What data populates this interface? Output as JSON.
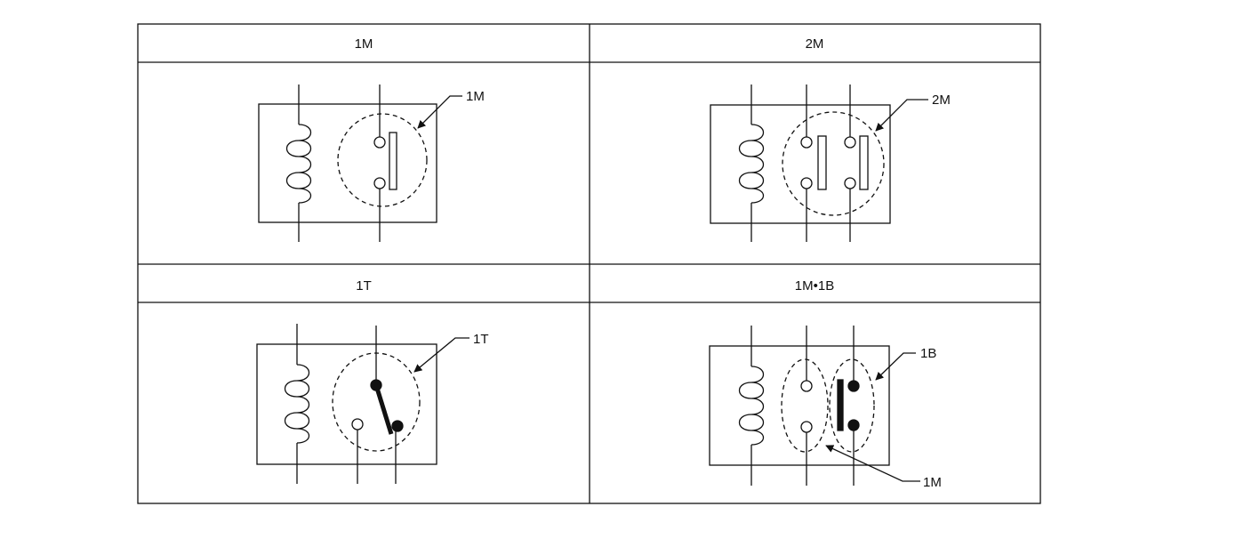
{
  "table": {
    "cells": [
      {
        "header": "1M",
        "callouts": [
          "1M"
        ]
      },
      {
        "header": "2M",
        "callouts": [
          "2M"
        ]
      },
      {
        "header": "1T",
        "callouts": [
          "1T"
        ]
      },
      {
        "header": "1M•1B",
        "callouts": [
          "1B",
          "1M"
        ]
      }
    ]
  },
  "colors": {
    "line": "#111111",
    "background": "#ffffff"
  }
}
